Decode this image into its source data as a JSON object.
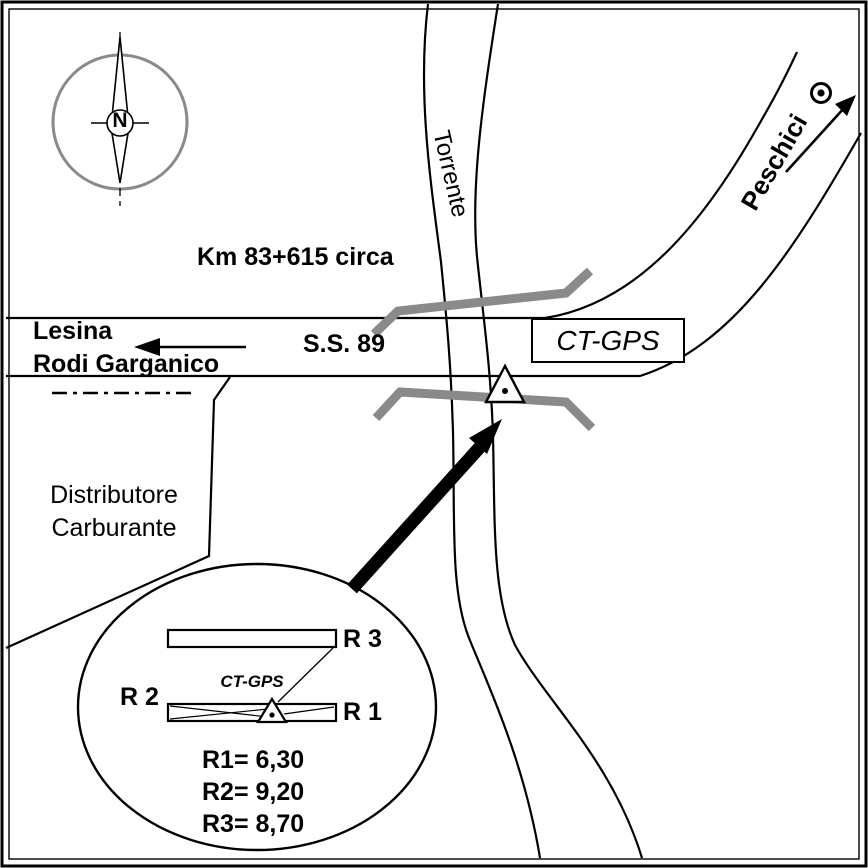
{
  "colors": {
    "ink": "#000000",
    "gray": "#8a8a8a",
    "paper": "#ffffff"
  },
  "compass": {
    "north_label": "N"
  },
  "map": {
    "stream_label": "Torrente",
    "km_label": "Km 83+615 circa",
    "destination_left_line1": "Lesina",
    "destination_left_line2": "Rodi Garganico",
    "road_label": "S.S. 89",
    "station_box_label": "CT-GPS",
    "destination_right": "Peschici",
    "poi_line1": "Distributore",
    "poi_line2": "Carburante"
  },
  "detail": {
    "ref3_label": "R 3",
    "ref2_label": "R 2",
    "ref1_label": "R 1",
    "station_label": "CT-GPS",
    "measurements": [
      "R1= 6,30",
      "R2= 9,20",
      "R3= 8,70"
    ]
  },
  "symbols": {
    "station_marker": "triangle-with-center-dot",
    "point_symbol": "circled-dot",
    "north_symbol": "compass-needle"
  }
}
